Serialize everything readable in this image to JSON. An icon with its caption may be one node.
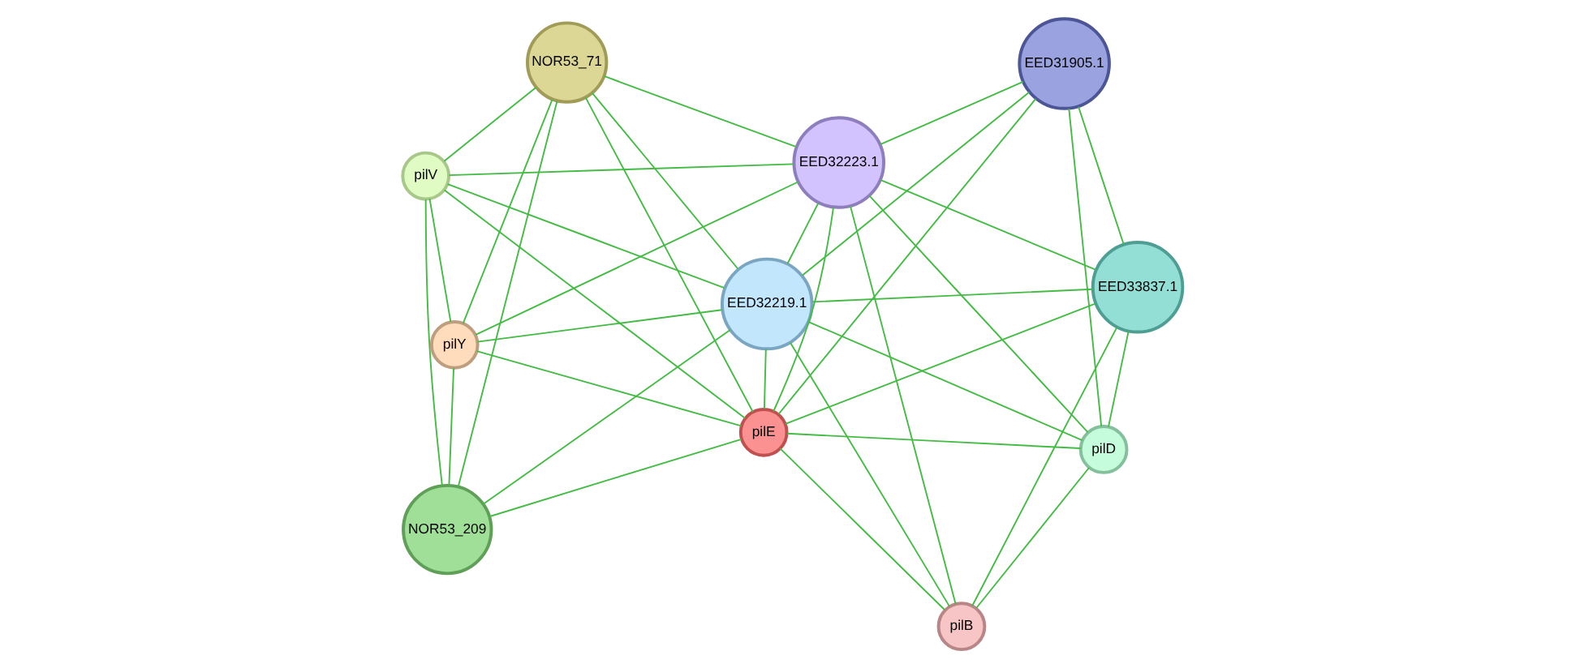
{
  "diagram": {
    "nodes": [
      {
        "text": [
          "pilV"
        ]
      },
      {
        "text": [
          "NOR53_71"
        ]
      },
      {
        "text": [
          "NOR53_209"
        ]
      },
      {
        "text": [
          "EED32219.1"
        ]
      },
      {
        "text": [
          "EED31905.1"
        ]
      },
      {
        "text": [
          "pilE"
        ]
      },
      {
        "text": [
          "pilY"
        ]
      },
      {
        "text": [
          "EED33837.1"
        ]
      },
      {
        "text": [
          "EED32223.1"
        ]
      },
      {
        "text": [
          "pilD"
        ]
      },
      {
        "text": [
          "pilB"
        ]
      }
    ],
    "edges": [
      {
        "from": 0,
        "to": 1,
        "arrow": "none"
      },
      {
        "from": 0,
        "to": 2,
        "arrow": "none"
      },
      {
        "from": 0,
        "to": 6,
        "arrow": "none"
      },
      {
        "from": 0,
        "to": 5,
        "arrow": "none"
      },
      {
        "from": 0,
        "to": 3,
        "arrow": "none"
      },
      {
        "from": 0,
        "to": 8,
        "arrow": "none"
      },
      {
        "from": 1,
        "to": 2,
        "arrow": "none"
      },
      {
        "from": 1,
        "to": 6,
        "arrow": "none"
      },
      {
        "from": 1,
        "to": 5,
        "arrow": "none"
      },
      {
        "from": 1,
        "to": 3,
        "arrow": "none"
      },
      {
        "from": 1,
        "to": 8,
        "arrow": "none"
      },
      {
        "from": 2,
        "to": 6,
        "arrow": "none"
      },
      {
        "from": 2,
        "to": 5,
        "arrow": "none"
      },
      {
        "from": 2,
        "to": 3,
        "arrow": "none"
      },
      {
        "from": 6,
        "to": 5,
        "arrow": "none"
      },
      {
        "from": 6,
        "to": 3,
        "arrow": "none"
      },
      {
        "from": 6,
        "to": 8,
        "arrow": "none"
      },
      {
        "from": 5,
        "to": 3,
        "arrow": "none"
      },
      {
        "from": 5,
        "to": 4,
        "arrow": "none"
      },
      {
        "from": 5,
        "to": 8,
        "arrow": "none"
      },
      {
        "from": 5,
        "to": 9,
        "arrow": "none"
      },
      {
        "from": 5,
        "to": 7,
        "arrow": "none"
      },
      {
        "from": 5,
        "to": 10,
        "arrow": "none"
      },
      {
        "from": 3,
        "to": 4,
        "arrow": "none"
      },
      {
        "from": 3,
        "to": 8,
        "arrow": "none"
      },
      {
        "from": 3,
        "to": 9,
        "arrow": "none"
      },
      {
        "from": 3,
        "to": 7,
        "arrow": "none"
      },
      {
        "from": 3,
        "to": 10,
        "arrow": "none"
      },
      {
        "from": 4,
        "to": 8,
        "arrow": "none"
      },
      {
        "from": 4,
        "to": 9,
        "arrow": "none"
      },
      {
        "from": 4,
        "to": 7,
        "arrow": "none"
      },
      {
        "from": 7,
        "to": 8,
        "arrow": "none"
      },
      {
        "from": 7,
        "to": 9,
        "arrow": "none"
      },
      {
        "from": 7,
        "to": 10,
        "arrow": "none"
      },
      {
        "from": 8,
        "to": 9,
        "arrow": "none"
      },
      {
        "from": 8,
        "to": 10,
        "arrow": "none"
      },
      {
        "from": 9,
        "to": 10,
        "arrow": "none"
      }
    ]
  }
}
